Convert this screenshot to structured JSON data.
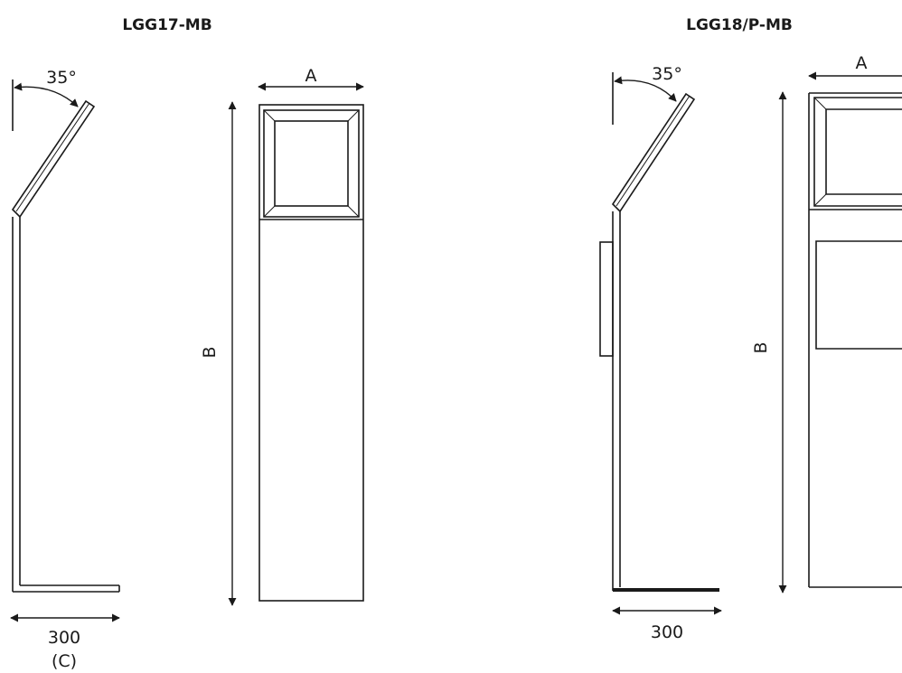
{
  "models": [
    {
      "title": "LGG17-MB",
      "angle_label": "35°",
      "width_label": "A",
      "height_label": "B",
      "depth_label": "300",
      "depth_sub_label": "(C)"
    },
    {
      "title": "LGG18/P-MB",
      "angle_label": "35°",
      "width_label": "A",
      "height_label": "B",
      "depth_label": "300"
    }
  ],
  "colors": {
    "line": "#1a1a1a",
    "background": "#ffffff"
  }
}
